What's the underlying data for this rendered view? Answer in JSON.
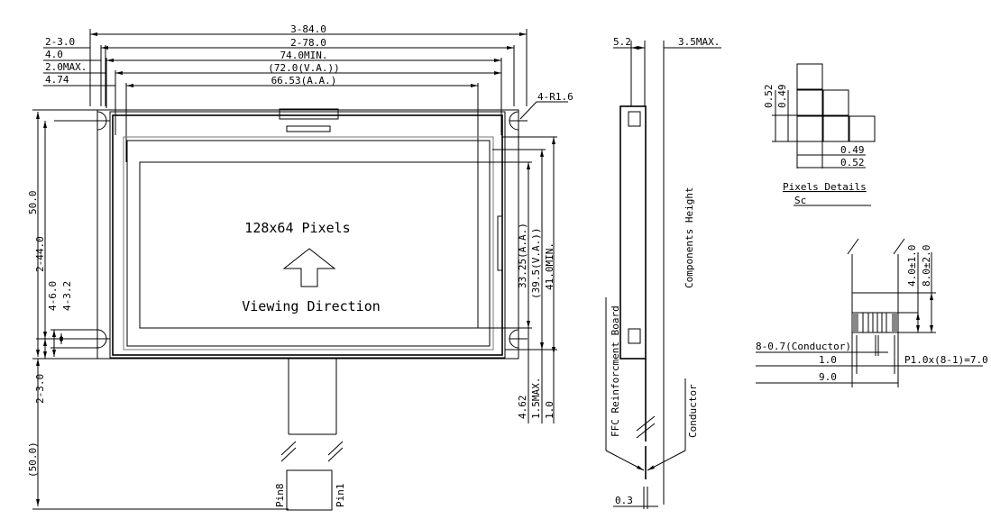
{
  "front_view": {
    "dims_top": [
      "3-84.0",
      "2-78.0",
      "74.0MIN.",
      "(72.0(V.A.))",
      "66.53(A.A.)"
    ],
    "dims_top_left": [
      "2-3.0",
      "4.0",
      "2.0MAX.",
      "4.74"
    ],
    "corner_radius": "4-R1.6",
    "dims_left": [
      "50.0",
      "2-44.0",
      "4-6.0",
      "4-3.2",
      "2-3.0",
      "(50.0)"
    ],
    "dims_right": [
      "33.25(A.A.)",
      "(39.5(V.A.))",
      "41.0MIN.",
      "4.62",
      "1.5MAX.",
      "1.0"
    ],
    "resolution_label": "128x64 Pixels",
    "viewing_label": "Viewing Direction",
    "pin_left": "Pin8",
    "pin_right": "Pin1"
  },
  "side_view": {
    "dim_left": "5.2",
    "dim_right": "3.5MAX.",
    "components_label": "Components Height",
    "ffc_label": "FFC Reinforcment Board",
    "conductor_label": "Conductor",
    "dim_bottom": "0.3"
  },
  "pixel_details": {
    "dims_v": [
      "0.52",
      "0.49"
    ],
    "dims_h": [
      "0.49",
      "0.52"
    ],
    "title": "Pixels Details",
    "scale": "Sc"
  },
  "connector_detail": {
    "dims_v": [
      "4.0±1.0",
      "8.0±2.0"
    ],
    "conductor": "8-0.7(Conductor)",
    "pitch_1": "1.0",
    "width": "9.0",
    "pitch_total": "P1.0x(8-1)=7.0"
  }
}
